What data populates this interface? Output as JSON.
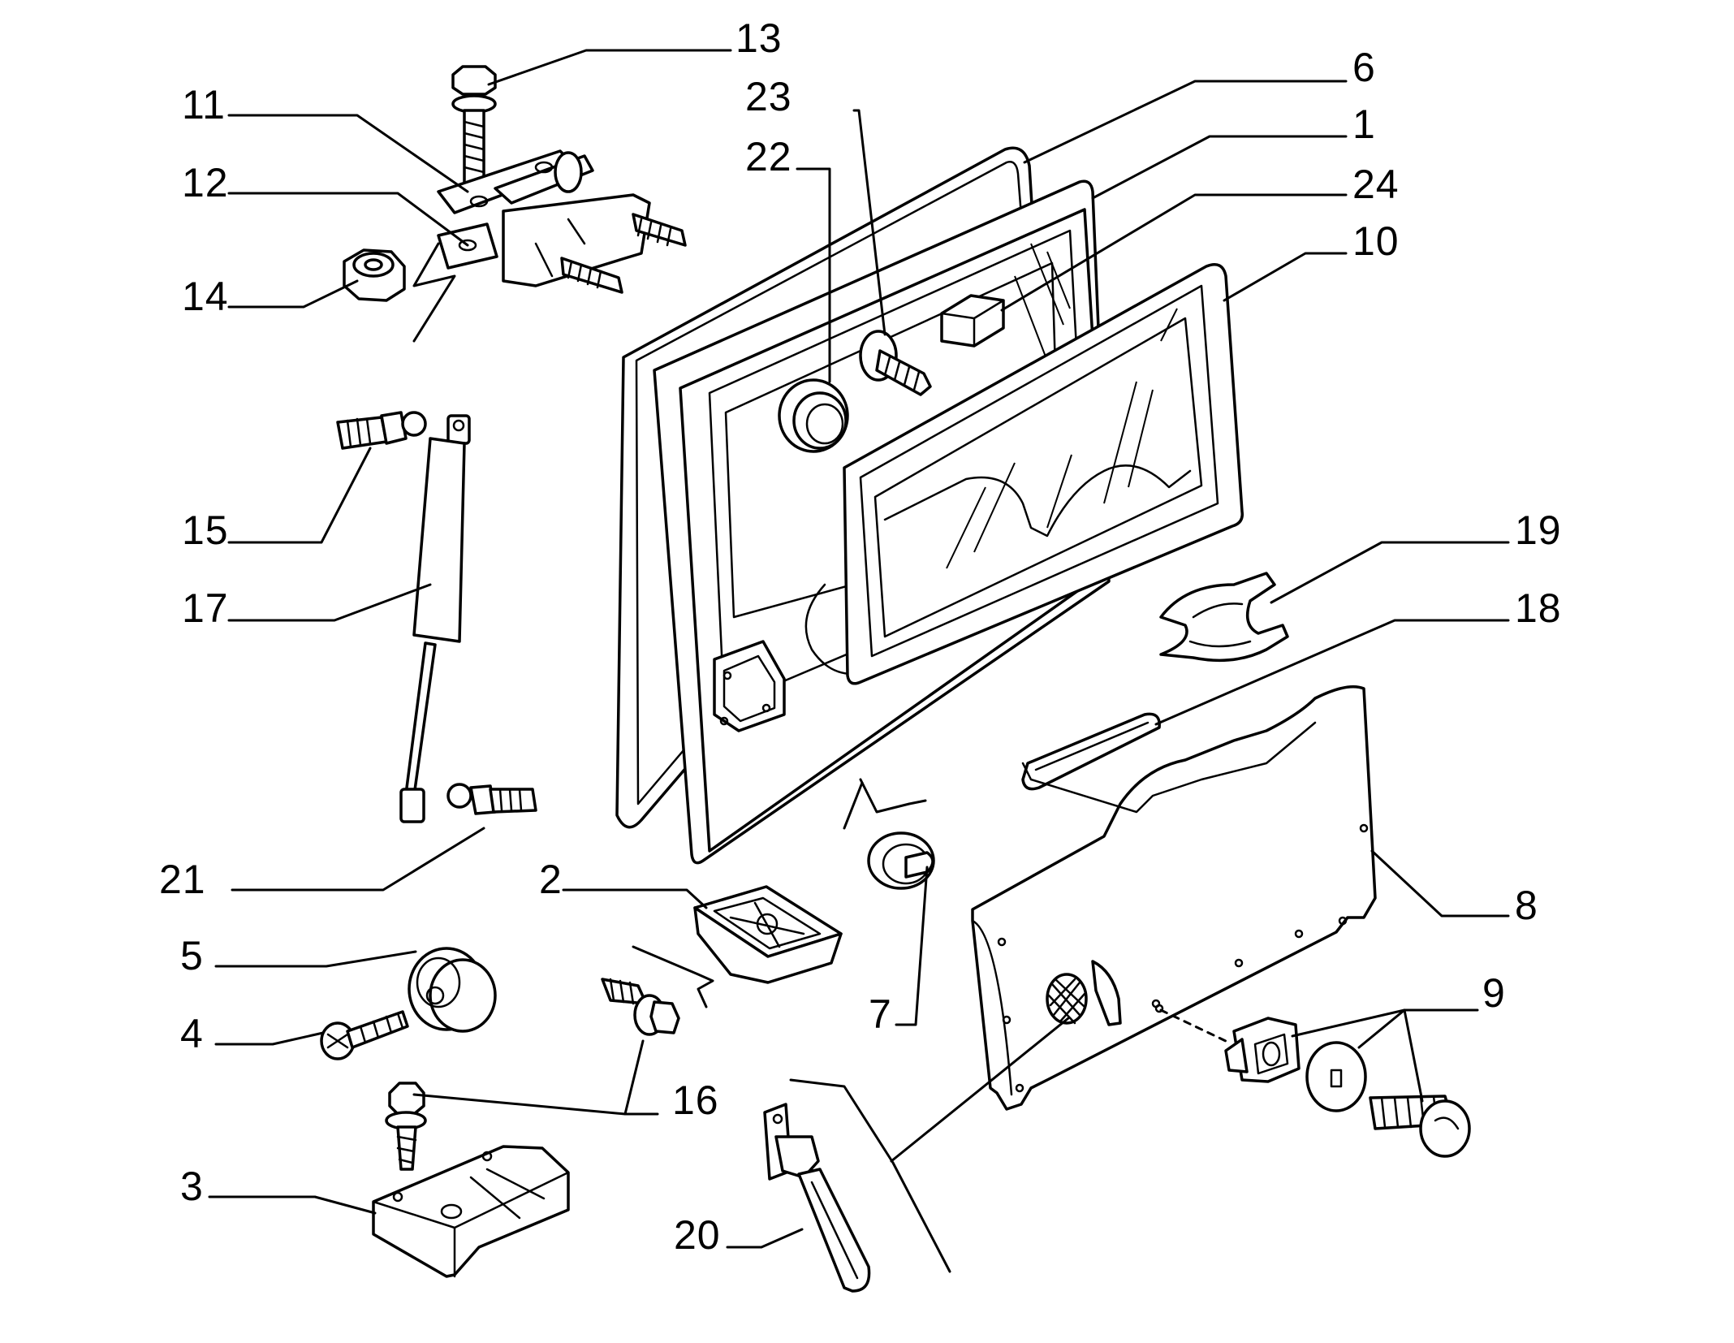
{
  "diagram": {
    "callouts": [
      {
        "id": "13",
        "label": "13"
      },
      {
        "id": "11",
        "label": "11"
      },
      {
        "id": "12",
        "label": "12"
      },
      {
        "id": "14",
        "label": "14"
      },
      {
        "id": "23",
        "label": "23"
      },
      {
        "id": "22",
        "label": "22"
      },
      {
        "id": "6",
        "label": "6"
      },
      {
        "id": "1",
        "label": "1"
      },
      {
        "id": "24",
        "label": "24"
      },
      {
        "id": "10",
        "label": "10"
      },
      {
        "id": "15",
        "label": "15"
      },
      {
        "id": "17",
        "label": "17"
      },
      {
        "id": "19",
        "label": "19"
      },
      {
        "id": "18",
        "label": "18"
      },
      {
        "id": "21",
        "label": "21"
      },
      {
        "id": "2",
        "label": "2"
      },
      {
        "id": "5",
        "label": "5"
      },
      {
        "id": "4",
        "label": "4"
      },
      {
        "id": "7",
        "label": "7"
      },
      {
        "id": "8",
        "label": "8"
      },
      {
        "id": "9",
        "label": "9"
      },
      {
        "id": "16",
        "label": "16"
      },
      {
        "id": "3",
        "label": "3"
      },
      {
        "id": "20",
        "label": "20"
      }
    ]
  }
}
